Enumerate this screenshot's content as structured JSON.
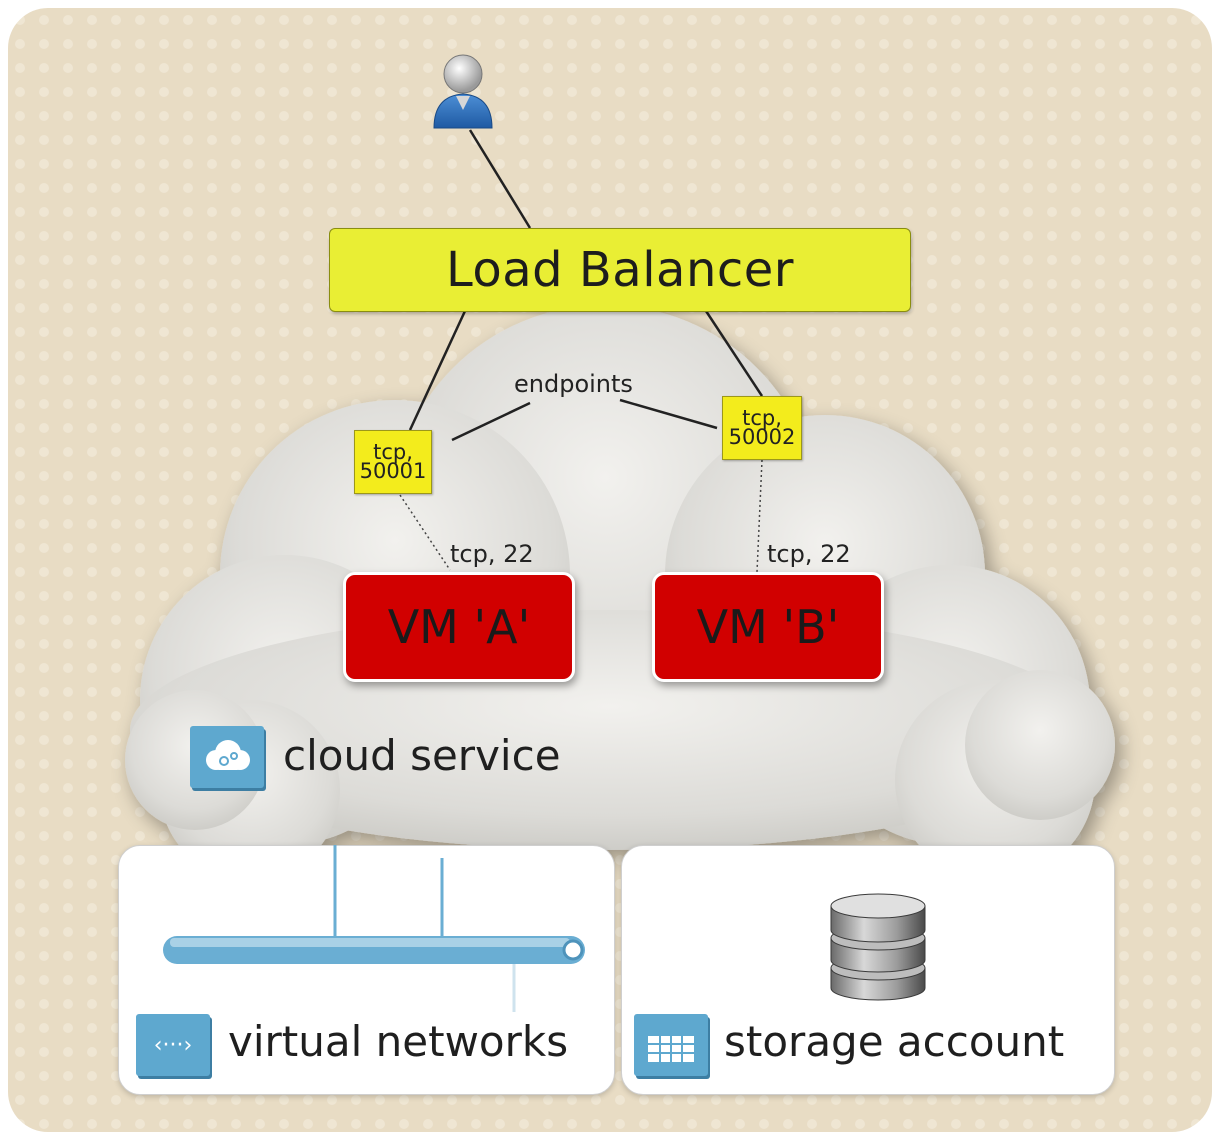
{
  "diagram": {
    "load_balancer": {
      "label": "Load Balancer"
    },
    "endpoints_label": "endpoints",
    "endpoint_a": {
      "line1": "tcp,",
      "line2": "50001"
    },
    "endpoint_b": {
      "line1": "tcp,",
      "line2": "50002"
    },
    "vm_a": {
      "label": "VM 'A'",
      "port_label": "tcp, 22"
    },
    "vm_b": {
      "label": "VM 'B'",
      "port_label": "tcp, 22"
    },
    "cloud_service": {
      "label": "cloud service",
      "icon": "cloud-service-icon"
    },
    "virtual_networks": {
      "label": "virtual networks",
      "icon": "virtual-network-icon",
      "icon_glyph": "‹···›"
    },
    "storage_account": {
      "label": "storage account",
      "icon": "storage-account-icon"
    },
    "user": {
      "icon": "user-icon"
    }
  },
  "colors": {
    "background": "#e8dcc4",
    "load_balancer": "#e9ee34",
    "endpoint": "#f3ec1c",
    "vm": "#d10000",
    "cloud": "#dfdedb",
    "service_icon": "#5ea8cf",
    "network_bar": "#6aaed3"
  }
}
